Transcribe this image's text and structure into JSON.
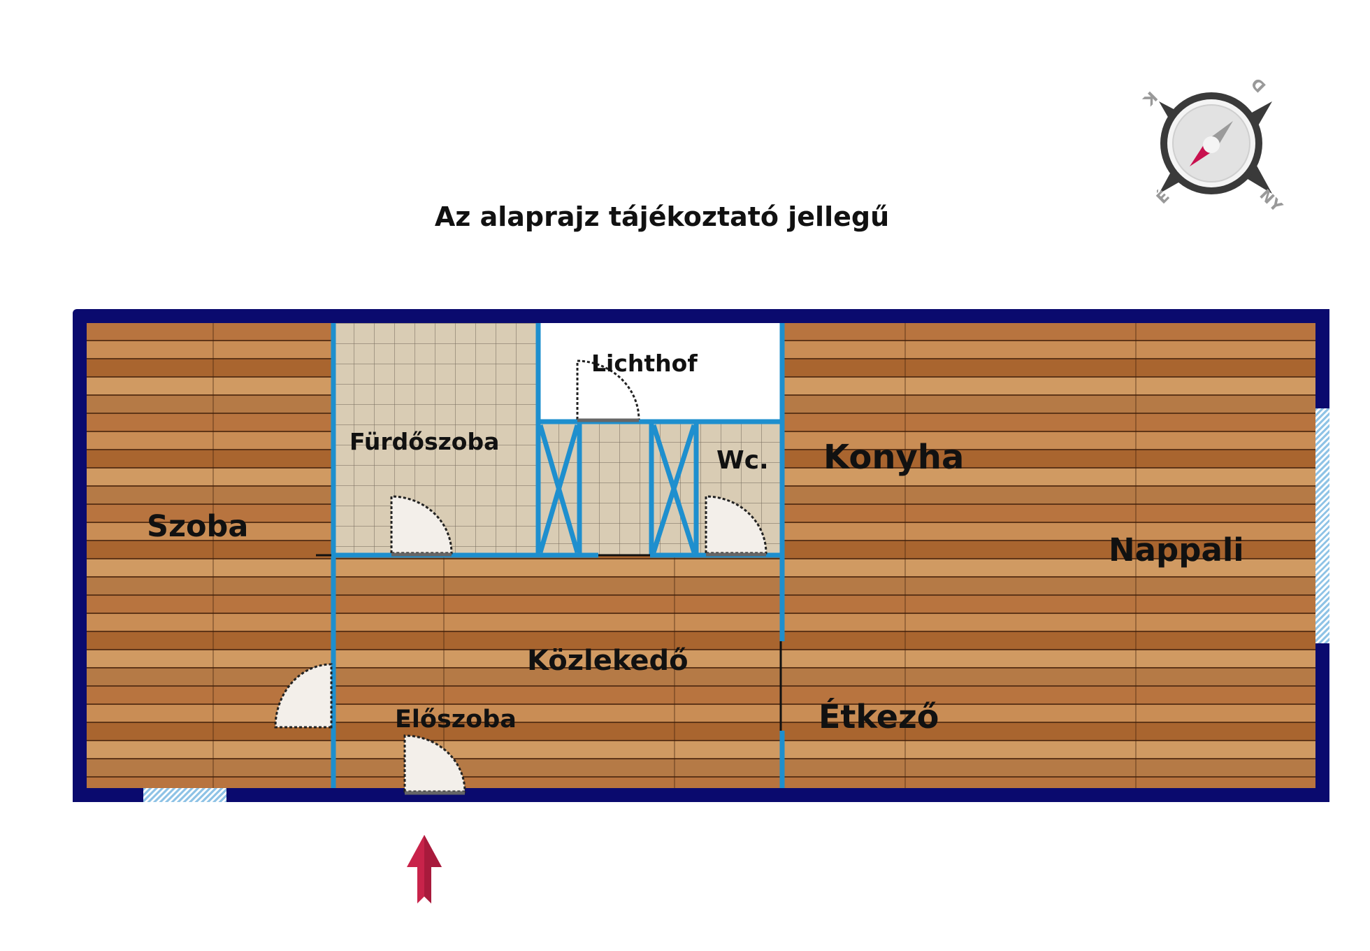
{
  "title": "Az alaprajz tájékoztató jellegű",
  "compass": {
    "labels": {
      "north": "É",
      "south": "D",
      "east": "K",
      "west": "NY"
    }
  },
  "rooms": {
    "szoba": "Szoba",
    "furdoszoba": "Fürdőszoba",
    "lichthof": "Lichthof",
    "wc": "Wc.",
    "konyha": "Konyha",
    "nappali": "Nappali",
    "kozlekedo": "Közlekedő",
    "eloszoba": "Előszoba",
    "etkezo": "Étkező"
  },
  "colors": {
    "outer_wall": "#0a0a6e",
    "inner_wall": "#1e8fce",
    "entrance_arrow": "#c8234a",
    "window": "#8fc3e6"
  }
}
